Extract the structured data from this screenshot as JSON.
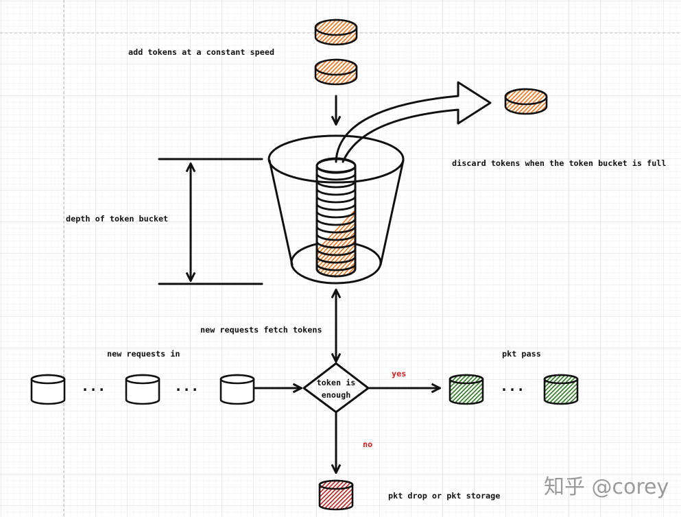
{
  "labels": {
    "add_tokens": "add tokens at a constant speed",
    "discard": "discard tokens when the token bucket is full",
    "depth": "depth of token bucket",
    "fetch": "new requests fetch tokens",
    "requests_in": "new requests in",
    "decision_line1": "token is",
    "decision_line2": "enough",
    "yes": "yes",
    "no": "no",
    "pass": "pkt pass",
    "drop": "pkt drop or pkt storage",
    "ellipsis": "..."
  },
  "watermark": "知乎 @corey",
  "colors": {
    "token": "#e8731c",
    "pass": "#2a7a1e",
    "drop": "#c02020",
    "request": "#111111",
    "label_red": "#d21f1f"
  }
}
